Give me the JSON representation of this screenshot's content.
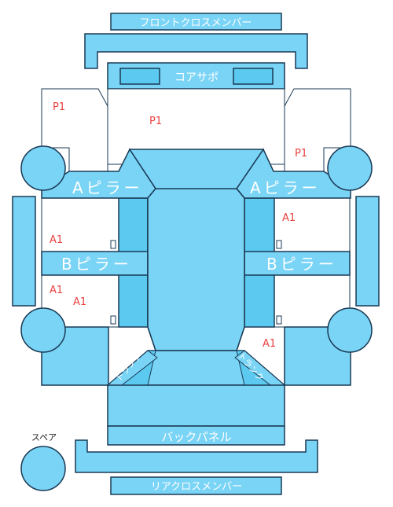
{
  "colors": {
    "panel": "#7ad4f6",
    "panel_dark": "#5ccaf0",
    "outline": "#1a3a55",
    "damage": "#e8423f"
  },
  "labels": {
    "front_cross_member": "フロントクロスメンバー",
    "core_support": "コアサポ",
    "a_pillar": "Aピラー",
    "b_pillar": "Bピラー",
    "trunk": "トランク",
    "back_panel": "バックパネル",
    "rear_cross_member": "リアクロスメンバー",
    "spare": "スペア"
  },
  "damage_marks": [
    "P1",
    "P1",
    "P1",
    "A1",
    "A1",
    "A1",
    "A1",
    "A1"
  ]
}
